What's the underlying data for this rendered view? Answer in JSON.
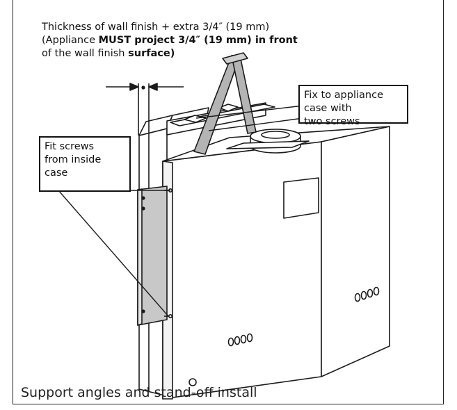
{
  "dimension_note": {
    "line1": "Thickness of wall finish + extra 3/4″ (19 mm)",
    "line2_prefix": "(Appliance ",
    "line2_bold": "MUST project 3/4″ (19 mm) in front",
    "line3_prefix": "of the wall finish ",
    "line3_bold": "surface)"
  },
  "callout_right": {
    "text_lines": [
      "Fix to appliance",
      "case with",
      "two screws"
    ]
  },
  "callout_left": {
    "text_lines": [
      "Fit screws",
      "from inside",
      "case"
    ]
  },
  "caption": "Support angles and stand-off install",
  "colors": {
    "line": "#1a1a1a",
    "shade": "#c8c8c8",
    "bracket": "#b4b4b4",
    "background": "#ffffff"
  }
}
